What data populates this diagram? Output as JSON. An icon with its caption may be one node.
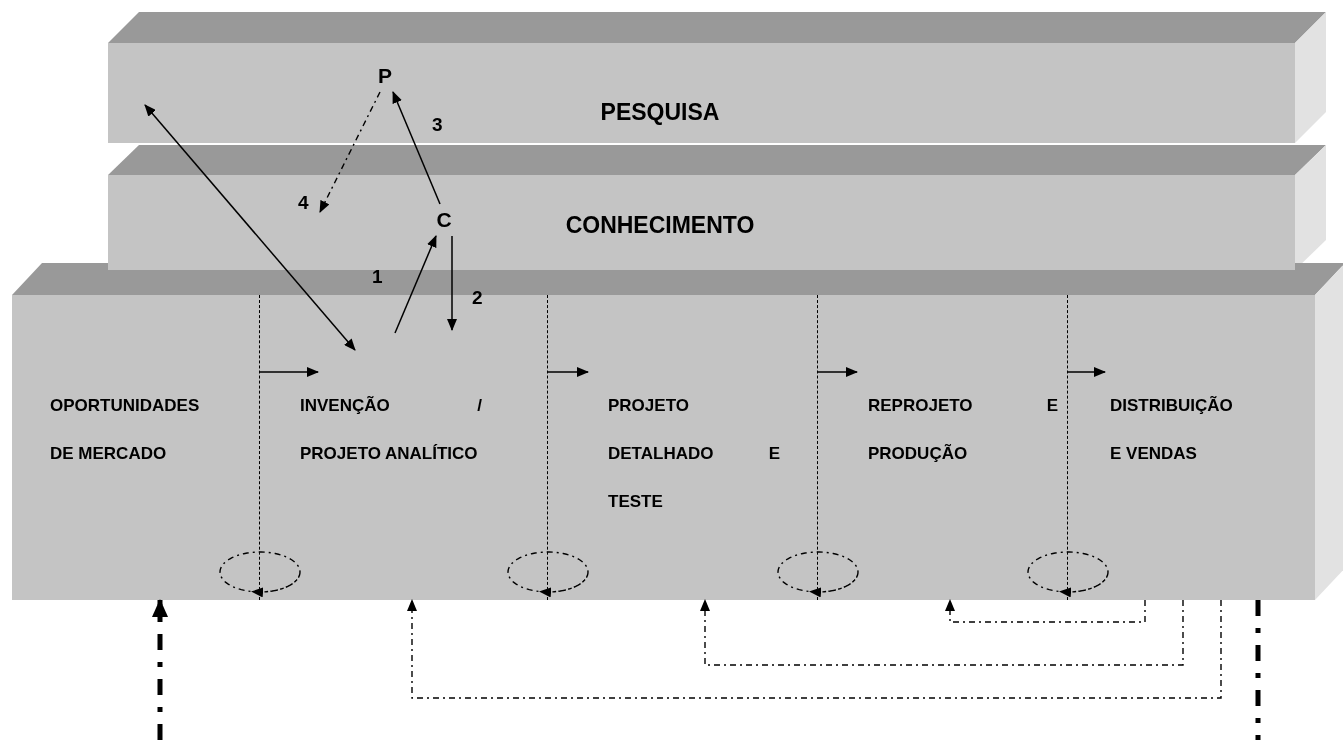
{
  "diagram": {
    "nodes": [
      {
        "text": [
          "PESQUISA"
        ]
      },
      {
        "text": [
          "P"
        ],
        "in": 0
      },
      {
        "text": [
          "CONHECIMENTO"
        ]
      },
      {
        "text": [
          "C"
        ],
        "in": 2
      },
      {
        "text": [],
        "shape": "box"
      },
      {
        "text": [
          "OPORTUNIDADES DE MERCADO"
        ],
        "in": 4
      },
      {
        "text": [
          "INVENÇÃO / PROJETO ANALÍTICO"
        ],
        "in": 4
      },
      {
        "text": [
          "PROJETO DETALHADO E TESTE"
        ],
        "in": 4
      },
      {
        "text": [
          "REPROJETO E PRODUÇÃO"
        ],
        "in": 4
      },
      {
        "text": [
          "DISTRIBUIÇÃO E VENDAS"
        ],
        "in": 4
      }
    ],
    "edges": [
      {
        "from": 0,
        "to": 6,
        "arrow": "both"
      },
      {
        "from": 6,
        "to": 3,
        "arrow": "to",
        "label": "1"
      },
      {
        "from": 3,
        "to": 6,
        "arrow": "to",
        "label": "2"
      },
      {
        "from": 3,
        "to": 1,
        "arrow": "to",
        "label": "3"
      },
      {
        "from": 1,
        "to": null,
        "arrow": "to",
        "label": "4",
        "style": "dashed"
      },
      {
        "from": 5,
        "to": 6,
        "arrow": "to"
      },
      {
        "from": 6,
        "to": 7,
        "arrow": "to"
      },
      {
        "from": 7,
        "to": 8,
        "arrow": "to"
      },
      {
        "from": 8,
        "to": 9,
        "arrow": "to"
      },
      {
        "from": 6,
        "to": 5,
        "arrow": "to",
        "style": "dashed"
      },
      {
        "from": 7,
        "to": 6,
        "arrow": "to",
        "style": "dashed"
      },
      {
        "from": 8,
        "to": 7,
        "arrow": "to",
        "style": "dashed"
      },
      {
        "from": 9,
        "to": 8,
        "arrow": "to",
        "style": "dashed"
      },
      {
        "from": 9,
        "to": 8,
        "arrow": "to",
        "style": "dashed"
      },
      {
        "from": 9,
        "to": 7,
        "arrow": "to",
        "style": "dashed"
      },
      {
        "from": 9,
        "to": 6,
        "arrow": "to",
        "style": "dashed"
      },
      {
        "from": null,
        "to": 5,
        "arrow": "to",
        "style": "dashed"
      },
      {
        "from": 9,
        "to": null,
        "arrow": "none",
        "style": "dashed"
      }
    ]
  }
}
